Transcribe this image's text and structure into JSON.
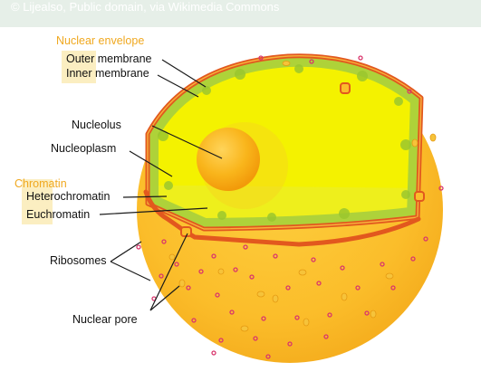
{
  "credit": "© Lijealso, Public domain, via Wikimedia Commons",
  "categories": {
    "envelope": "Nuclear envelope",
    "chromatin": "Chromatin"
  },
  "labels": {
    "outer_membrane": "Outer membrane",
    "inner_membrane": "Inner membrane",
    "nucleolus": "Nucleolus",
    "nucleoplasm": "Nucleoplasm",
    "heterochromatin": "Heterochromatin",
    "euchromatin": "Euchromatin",
    "ribosomes": "Ribosomes",
    "nuclear_pore": "Nuclear pore"
  },
  "colors": {
    "cell_body": "#fbbd2a",
    "cell_edge": "#f4ab1c",
    "nucleoplasm": "#f4f200",
    "heterochromatin": "#aad03c",
    "envelope": "#e2581e",
    "nucleolus": "#f6a30d",
    "ribosome": "#d9356c",
    "category_text": "#f0a81f",
    "category_highlight": "#fbeec1"
  }
}
